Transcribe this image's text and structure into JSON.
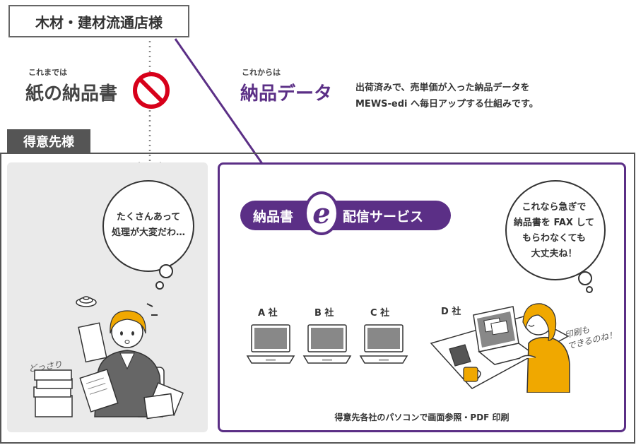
{
  "supplier": {
    "label": "木材・建材流通店様"
  },
  "before": {
    "small": "これまでは",
    "title": "紙の納品書"
  },
  "after": {
    "small": "これからは",
    "title": "納品データ"
  },
  "description": {
    "line1": "出荷済みで、売単価が入った納品データを",
    "line2": "MEWS-edi へ毎日アップする仕組みです。"
  },
  "customer": {
    "tab": "得意先様"
  },
  "left_bubble": {
    "line1": "たくさんあって",
    "line2": "処理が大変だわ…"
  },
  "left_hand": "どっさり",
  "service": {
    "left": "納品書",
    "e": "e",
    "right": "配信サービス"
  },
  "companies": [
    "A 社",
    "B 社",
    "C 社",
    "D 社"
  ],
  "right_bubble": {
    "line1": "これなら急ぎで",
    "line2": "納品書を FAX して",
    "line3": "もらわなくても",
    "line4": "大丈夫ね！"
  },
  "right_hand": {
    "line1": "印刷も",
    "line2": "できるのね！"
  },
  "footer": "得意先各社のパソコンで画面参照・PDF 印刷",
  "colors": {
    "purple": "#5b2f86",
    "gray": "#555555",
    "panel": "#eaeaea",
    "no_sign": "#d7001a",
    "hair": "#f0a800"
  }
}
